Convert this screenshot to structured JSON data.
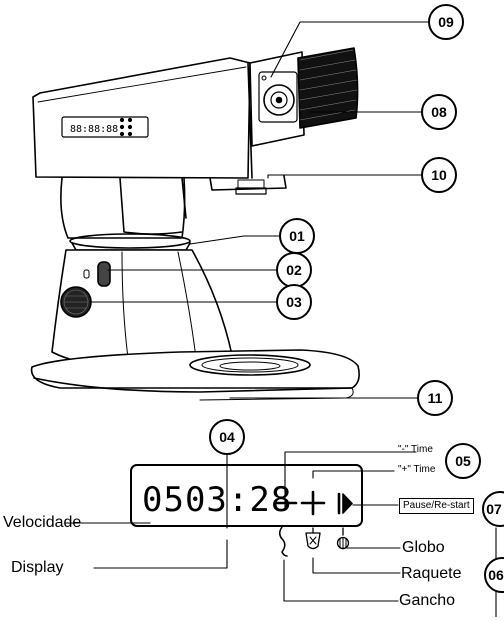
{
  "callouts": [
    {
      "num": "09"
    },
    {
      "num": "08"
    },
    {
      "num": "10"
    },
    {
      "num": "01"
    },
    {
      "num": "02"
    },
    {
      "num": "03"
    },
    {
      "num": "11"
    },
    {
      "num": "04"
    },
    {
      "num": "05"
    },
    {
      "num": "07"
    },
    {
      "num": "06"
    }
  ],
  "mixer": {
    "panel_digits": "88:88:88"
  },
  "control_panel": {
    "display_digits": "0503:28",
    "minus_symbol": "−",
    "plus_symbol": "+"
  },
  "labels": {
    "velocidade": "Velocidade",
    "display": "Display",
    "minus_time": "\"-\" Time",
    "plus_time": "\"+\" Time",
    "pause_restart": "Pause/Re-start",
    "globo": "Globo",
    "raquete": "Raquete",
    "gancho": "Gancho"
  }
}
